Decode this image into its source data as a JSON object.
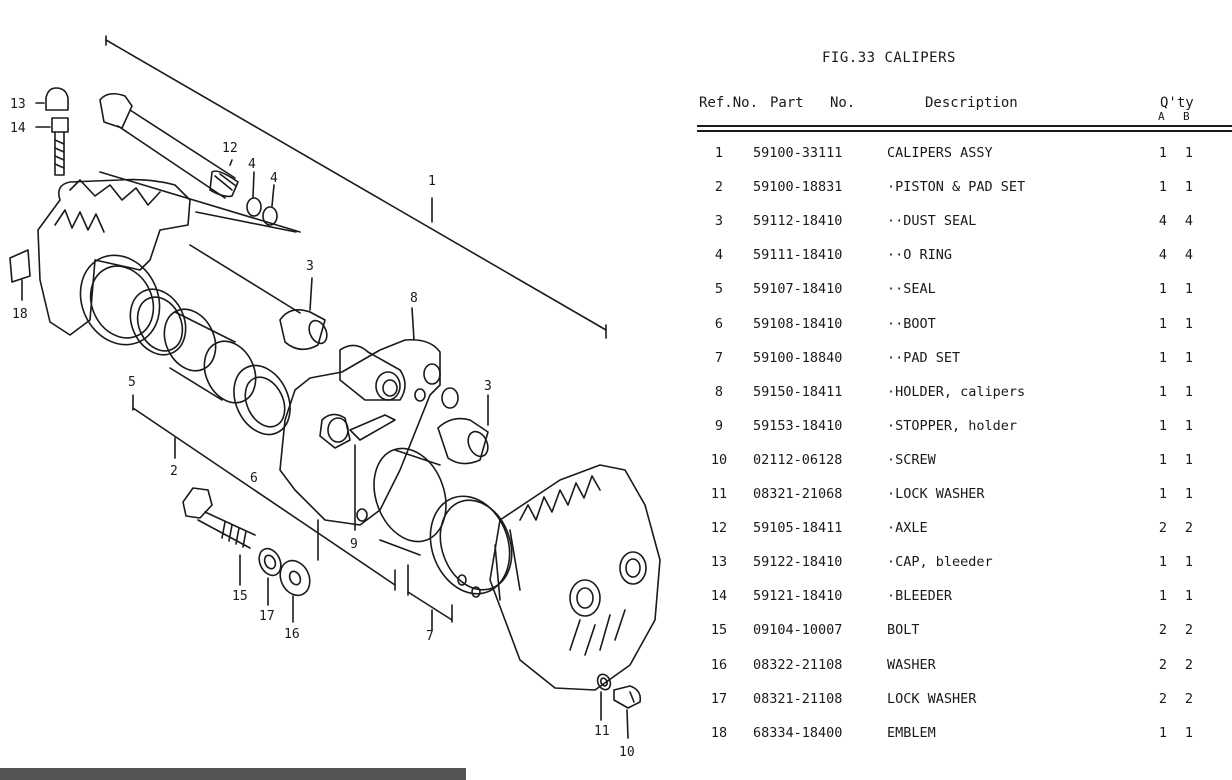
{
  "figure": {
    "title": "FIG.33  CALIPERS"
  },
  "header": {
    "ref_no": "Ref.No.",
    "part": "Part",
    "no": "No.",
    "description": "Description",
    "qty": "Q'ty",
    "qty_a": "A",
    "qty_b": "B"
  },
  "parts": [
    {
      "ref": "1",
      "part_no": "59100-33111",
      "description": "CALIPERS ASSY",
      "qty_a": "1",
      "qty_b": "1"
    },
    {
      "ref": "2",
      "part_no": "59100-18831",
      "description": "·PISTON & PAD SET",
      "qty_a": "1",
      "qty_b": "1"
    },
    {
      "ref": "3",
      "part_no": "59112-18410",
      "description": "··DUST SEAL",
      "qty_a": "4",
      "qty_b": "4"
    },
    {
      "ref": "4",
      "part_no": "59111-18410",
      "description": "··O RING",
      "qty_a": "4",
      "qty_b": "4"
    },
    {
      "ref": "5",
      "part_no": "59107-18410",
      "description": "··SEAL",
      "qty_a": "1",
      "qty_b": "1"
    },
    {
      "ref": "6",
      "part_no": "59108-18410",
      "description": "··BOOT",
      "qty_a": "1",
      "qty_b": "1"
    },
    {
      "ref": "7",
      "part_no": "59100-18840",
      "description": "··PAD SET",
      "qty_a": "1",
      "qty_b": "1"
    },
    {
      "ref": "8",
      "part_no": "59150-18411",
      "description": "·HOLDER, calipers",
      "qty_a": "1",
      "qty_b": "1"
    },
    {
      "ref": "9",
      "part_no": "59153-18410",
      "description": "·STOPPER, holder",
      "qty_a": "1",
      "qty_b": "1"
    },
    {
      "ref": "10",
      "part_no": "02112-06128",
      "description": "·SCREW",
      "qty_a": "1",
      "qty_b": "1"
    },
    {
      "ref": "11",
      "part_no": "08321-21068",
      "description": "·LOCK WASHER",
      "qty_a": "1",
      "qty_b": "1"
    },
    {
      "ref": "12",
      "part_no": "59105-18411",
      "description": "·AXLE",
      "qty_a": "2",
      "qty_b": "2"
    },
    {
      "ref": "13",
      "part_no": "59122-18410",
      "description": "·CAP, bleeder",
      "qty_a": "1",
      "qty_b": "1"
    },
    {
      "ref": "14",
      "part_no": "59121-18410",
      "description": "·BLEEDER",
      "qty_a": "1",
      "qty_b": "1"
    },
    {
      "ref": "15",
      "part_no": "09104-10007",
      "description": "BOLT",
      "qty_a": "2",
      "qty_b": "2"
    },
    {
      "ref": "16",
      "part_no": "08322-21108",
      "description": "WASHER",
      "qty_a": "2",
      "qty_b": "2"
    },
    {
      "ref": "17",
      "part_no": "08321-21108",
      "description": "LOCK WASHER",
      "qty_a": "2",
      "qty_b": "2"
    },
    {
      "ref": "18",
      "part_no": "68334-18400",
      "description": "EMBLEM",
      "qty_a": "1",
      "qty_b": "1"
    }
  ],
  "diagram_callouts": [
    "1",
    "2",
    "3",
    "3",
    "4",
    "4",
    "5",
    "6",
    "7",
    "8",
    "9",
    "10",
    "11",
    "12",
    "13",
    "14",
    "15",
    "16",
    "17",
    "18"
  ]
}
